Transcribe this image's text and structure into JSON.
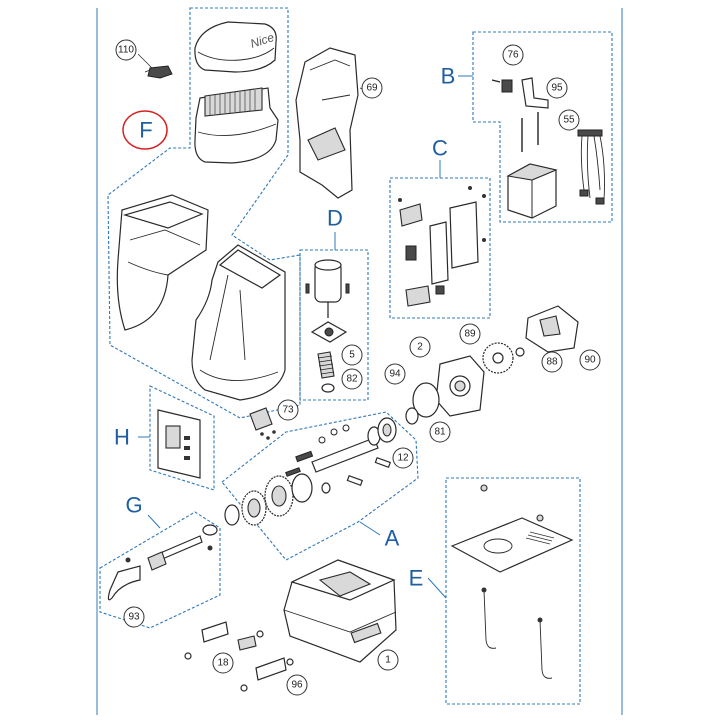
{
  "group_letters": {
    "A": "A",
    "B": "B",
    "C": "C",
    "D": "D",
    "E": "E",
    "F": "F",
    "G": "G",
    "H": "H"
  },
  "callouts": {
    "c110": "110",
    "c69": "69",
    "c76": "76",
    "c95": "95",
    "c55": "55",
    "c89": "89",
    "c90": "90",
    "c88": "88",
    "c2": "2",
    "c5": "5",
    "c82": "82",
    "c94": "94",
    "c81": "81",
    "c73": "73",
    "c12": "12",
    "c93": "93",
    "c18": "18",
    "c96": "96",
    "c1": "1"
  },
  "brand_logo_text": "Nice",
  "colors": {
    "group_outline": "#2f78b8",
    "highlight_ring": "#d62020",
    "line_art": "#2a2a2a"
  }
}
